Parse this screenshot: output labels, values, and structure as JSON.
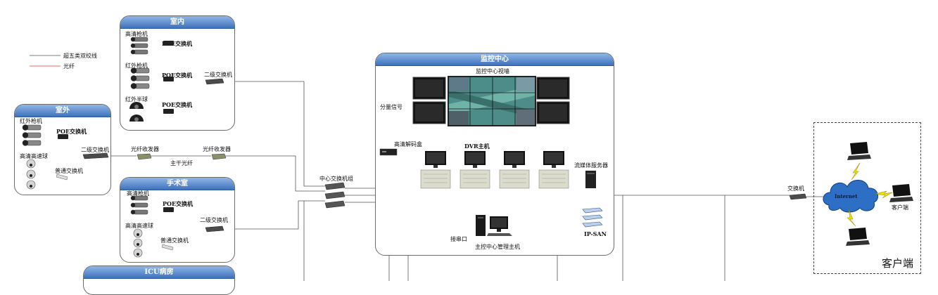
{
  "legend": {
    "twisted_pair": "超五类双绞线",
    "fiber": "光纤",
    "twisted_pair_color": "#555555",
    "fiber_color": "#e23a3a"
  },
  "indoor": {
    "title": "室内",
    "hd_gun": "高清枪机",
    "ir_gun": "红外枪机",
    "ir_dome": "红外半球",
    "poe": "POE交换机",
    "l2": "二级交换机"
  },
  "outdoor": {
    "title": "室外",
    "ir_gun": "红外枪机",
    "hd_speed": "高清高速球",
    "poe": "POE交换机",
    "normal": "普通交换机",
    "l2": "二级交换机"
  },
  "fiber_link": {
    "tx1": "光纤收发器",
    "tx2": "光纤收发器",
    "trunk": "主干光纤"
  },
  "or_room": {
    "title": "手术室",
    "hd_gun": "高清枪机",
    "hd_speed": "高清高速球",
    "poe": "POE交换机",
    "normal": "普通交换机",
    "l2": "二级交换机"
  },
  "icu": {
    "title": "ICU病房"
  },
  "core": {
    "label": "中心交换机组"
  },
  "center": {
    "title": "监控中心",
    "video_wall": "监控中心视墙",
    "split": "分量信号",
    "decoder": "高清解码盒",
    "dvr": "DVR主机",
    "stream": "流媒体服务器",
    "ipsan": "IP-SAN",
    "serial": "接串口",
    "mgmt": "主控中心管理主机"
  },
  "client": {
    "switch": "交换机",
    "internet": "Internet",
    "client_small": "客户端",
    "title": "客户端"
  },
  "colors": {
    "header_top": "#8fb6e6",
    "header_bottom": "#3f72bd",
    "cloud": "#2d6fc4",
    "bolt": "#f2e200"
  }
}
